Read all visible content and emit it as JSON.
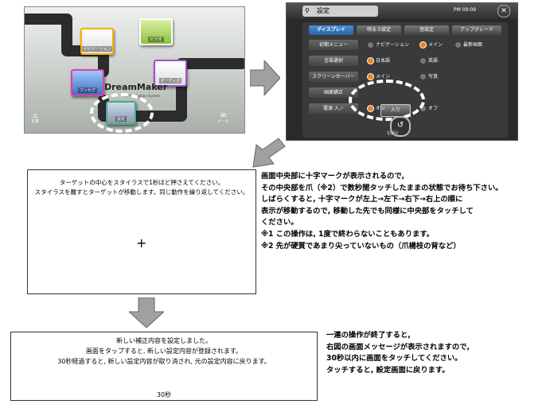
{
  "home_screen": {
    "tiles": {
      "navigation": "ナビゲーション",
      "video": "ビデオ",
      "one_seg": "ワンセグ",
      "audio": "オーディオ",
      "settings": "設定"
    },
    "logo": "DreamMaker",
    "logo_subtitle": "Car Navigation System",
    "bottom_left": "写真",
    "bottom_right": "メール"
  },
  "settings_screen": {
    "title": "設定",
    "status_time": "PM 09:09",
    "tabs": [
      "ディスプレイ",
      "明るさ設定",
      "音設定",
      "アップグレード"
    ],
    "rows": [
      {
        "label": "初期メニュー",
        "options": [
          "ナビゲーション",
          "メイン",
          "最新画面"
        ],
        "selected": 1
      },
      {
        "label": "言語選択",
        "options": [
          "日本語",
          "英語"
        ],
        "selected": 0
      },
      {
        "label": "スクリーンセーバー",
        "options": [
          "メイン",
          "写真"
        ],
        "selected": 0
      },
      {
        "label": "画面補正",
        "options": [],
        "selected": -1
      },
      {
        "label": "電源 入ノ",
        "options": [
          "オン",
          "オフ"
        ],
        "selected": 0
      }
    ],
    "calibrate_button": "入り",
    "reset_label": "初期化"
  },
  "calibration_screen": {
    "line1": "ターゲットの中心をスタイラスで1秒ほど押さえてください。",
    "line2": "スタイラスを離すとターゲットが移動します。同じ動作を繰り返してください。",
    "target": "+"
  },
  "calibration_explanation": [
    "画面中央部に十字マークが表示されるので,",
    "その中央部を爪（※2）で数秒間タッチしたままの状態でお待ち下さい。",
    "しばらくすると, 十字マークが左上→左下→右下→右上の順に",
    "表示が移動するので, 移動した先でも同様に中央部をタッチして",
    "ください。",
    "※1 この操作は, 1度で終わらないこともあります。",
    "※2 先が硬質であまり尖っていないもの（爪楊枝の背など）"
  ],
  "message_screen": {
    "line1": "新しい補正内容を設定しました。",
    "line2": "画面をタップすると, 新しい設定内容が登録されます。",
    "line3": "30秒経過すると, 新しい設定内容が取り消され, 元の設定内容に戻ります。",
    "countdown": "30秒"
  },
  "message_explanation": [
    "一連の操作が終了すると,",
    "右図の画面メッセージが表示されますので,",
    "30秒以内に画面をタッチしてください。",
    "タッチすると, 設定画面に戻ります。"
  ],
  "colors": {
    "selected_option": "#f08020",
    "active_tab": "#2a60a0",
    "arrow_fill": "#a0a0a0"
  }
}
